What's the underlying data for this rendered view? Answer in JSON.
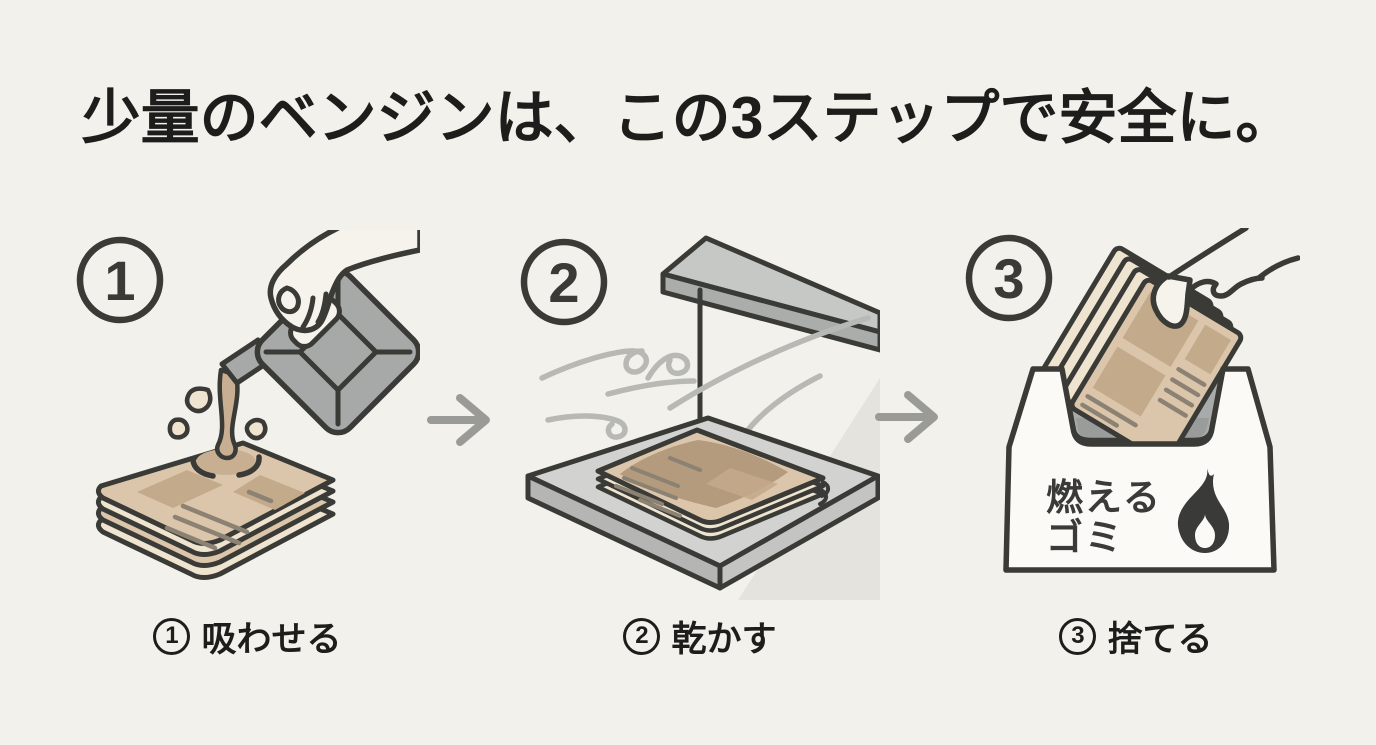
{
  "title": "少量のベンジンは、この3ステップで安全に。",
  "steps": [
    {
      "number": "1",
      "caption": "吸わせる"
    },
    {
      "number": "2",
      "caption": "乾かす"
    },
    {
      "number": "3",
      "caption": "捨てる"
    }
  ],
  "bag_label": {
    "line1": "燃える",
    "line2": "ゴミ"
  },
  "icons": {
    "arrow_right": "→",
    "flame": "fire",
    "wind": "wind-swirls",
    "step_badge": "circled-number"
  },
  "colors": {
    "background": "#F2F1EC",
    "outline": "#3A3A36",
    "title_text": "#1D1D1B",
    "newspaper_tan": "#DCC6AB",
    "newspaper_dark_tan": "#C3AA8B",
    "wet_brown": "#B59B7D",
    "page_cream": "#EFE4D0",
    "can_gray": "#A7A9A9",
    "platform_gray": "#D2D3D1",
    "shelf_gray": "#C6C8C6",
    "wind_gray": "#B8B9B5",
    "arrow_gray": "#9A9B97",
    "bag_white": "#FBFAF7",
    "bag_inner_gray": "#A9ABAA",
    "flame_black": "#3A3A38",
    "liquid_tan": "#C9AF92",
    "hand_cream": "#F6F3EC"
  }
}
